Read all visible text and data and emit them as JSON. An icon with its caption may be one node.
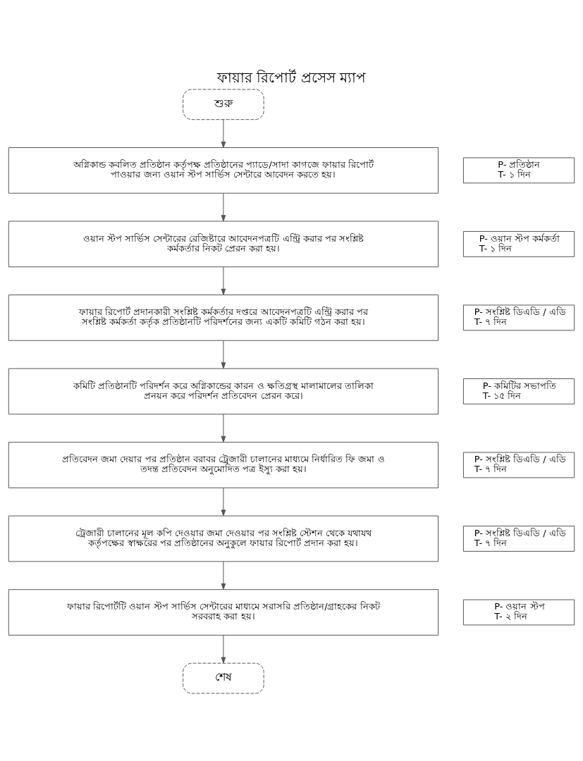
{
  "diagram": {
    "title": "ফায়ার রিপোর্ট প্রসেস ম্যাপ",
    "nodes": [
      {
        "text": [
          "শুরু"
        ]
      },
      {
        "text": [
          "অগ্নিকান্ড কবলিত প্রতিষ্ঠান কর্তৃপক্ষ প্রতিষ্ঠানের প্যাডে/সাদা কাগজে ফায়ার রিপোর্ট পাওয়ার জন্য ওয়ান স্টপ সার্ভিস সেন্টারে আবেদন করতে হয়।"
        ]
      },
      {
        "text": [
          "P- প্রতিষ্ঠান",
          "T- ১ দিন"
        ]
      },
      {
        "text": [
          "ওয়ান স্টপ সার্ভিস সেন্টারের রেজিষ্টারে আবেদনপত্রটি এন্ট্রি করার পর সংশ্লিষ্ট কর্মকর্তার নিকট প্রেরন করা হয়।"
        ]
      },
      {
        "text": [
          "P- ওয়ান স্টপ কর্মকর্তা",
          "T- ১ দিন"
        ]
      },
      {
        "text": [
          "ফায়ার রিপোর্ট প্রদানকারী সংশ্লিষ্ট কর্মকর্তার দপ্তরে আবেদনপত্রটি এন্ট্রি করার পর সংশ্লিষ্ট কর্মকর্তা কর্তৃক প্রতিষ্ঠানটি পরিদর্শনের জন্য একটি কমিটি গঠন করা হয়।"
        ]
      },
      {
        "text": [
          "P- সংশ্লিষ্ট ডিএডি / এডি",
          "T- ৭ দিন"
        ]
      },
      {
        "text": [
          "কমিটি প্রতিষ্ঠানটি পরিদর্শন করে অগ্নিকান্ডের কারন ও ক্ষতিগ্রস্থ মালামালের তালিকা প্রনয়ন করে পরিদর্শন প্রতিবেদন প্রেরন করে।"
        ]
      },
      {
        "text": [
          "P- কমিটির সভাপতি",
          "T- ১৫ দিন"
        ]
      },
      {
        "text": [
          "প্রতিবেদন জমা দেয়ার পর প্রতিষ্ঠান বরাবর ট্রেজারী চালানের মাধ্যমে নির্ধারিত ফি জমা ও তদন্ত প্রতিবেদন অনুমোদিত পত্র ইস্যু করা হয়।"
        ]
      },
      {
        "text": [
          "P- সংশ্লিষ্ট ডিএডি / এডি",
          "T- ৭ দিন"
        ]
      },
      {
        "text": [
          "ট্রেজারী চালানের মূল কপি দেওয়ার জমা দেওয়ার পর সংশ্লিষ্ট স্টেশন থেকে যথাযথ কর্তৃপক্ষের স্বাক্ষরের পর প্রতিষ্ঠানের অনুকুলে ফায়ার রিপোর্ট প্রদান করা হয়।"
        ]
      },
      {
        "text": [
          "P- সংশ্লিষ্ট ডিএডি / এডি",
          "T- ৭ দিন"
        ]
      },
      {
        "text": [
          "ফায়ার রিপোর্টটি ওয়ান স্টপ সার্ভিস সেন্টারের মাধ্যমে সরাসরি প্রতিষ্ঠান/গ্রাহকের নিকট সরবরাহ করা হয়।"
        ]
      },
      {
        "text": [
          "P- ওয়ান স্টপ",
          "T- ২ দিন"
        ]
      },
      {
        "text": [
          "শেষ"
        ]
      }
    ],
    "edges": [
      {
        "from": 0,
        "to": 1,
        "arrow": "to"
      },
      {
        "from": 1,
        "to": 3,
        "arrow": "to"
      },
      {
        "from": 3,
        "to": 5,
        "arrow": "to"
      },
      {
        "from": 5,
        "to": 7,
        "arrow": "to"
      },
      {
        "from": 7,
        "to": 9,
        "arrow": "to"
      },
      {
        "from": 9,
        "to": 11,
        "arrow": "to"
      },
      {
        "from": 11,
        "to": 13,
        "arrow": "to"
      },
      {
        "from": 13,
        "to": 15,
        "arrow": "to"
      }
    ]
  }
}
